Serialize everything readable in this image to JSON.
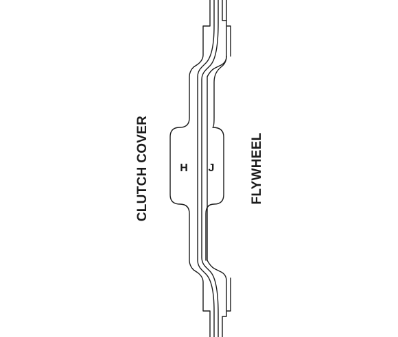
{
  "labels": {
    "left_side": "CLUTCH COVER",
    "right_side": "FLYWHEEL",
    "part_h": "H",
    "part_j": "J"
  },
  "colors": {
    "stroke": "#1a1a1a",
    "background": "#ffffff"
  }
}
